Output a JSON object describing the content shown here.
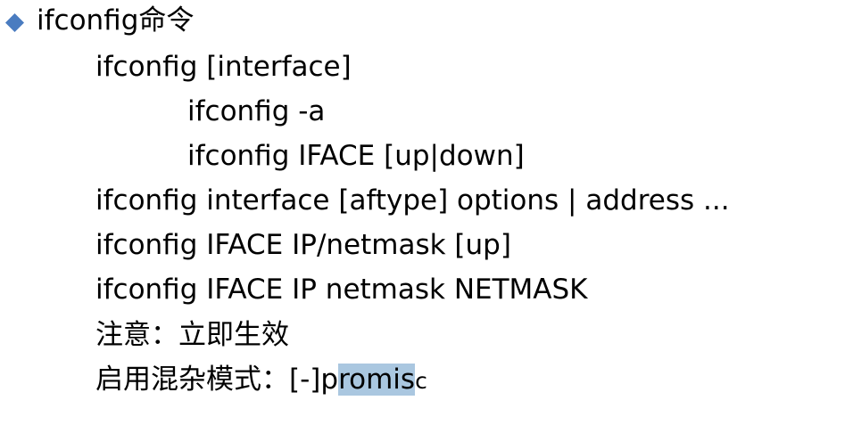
{
  "colors": {
    "bullet": "#4a7cc0",
    "selection": "#aac7e0",
    "text": "#000000"
  },
  "icon": "diamond-bullet-icon",
  "title": "ifconfig命令",
  "lines": [
    "ifconfig [interface]",
    "ifconfig -a",
    "ifconfig IFACE [up|down]",
    "ifconfig interface [aftype] options | address ...",
    "ifconfig IFACE IP/netmask [up]",
    "ifconfig IFACE IP netmask NETMASK",
    "注意：立即生效"
  ],
  "promisc_line": {
    "prefix": "启用混杂模式：[-]p",
    "selected": "romis",
    "suffix": "c"
  }
}
